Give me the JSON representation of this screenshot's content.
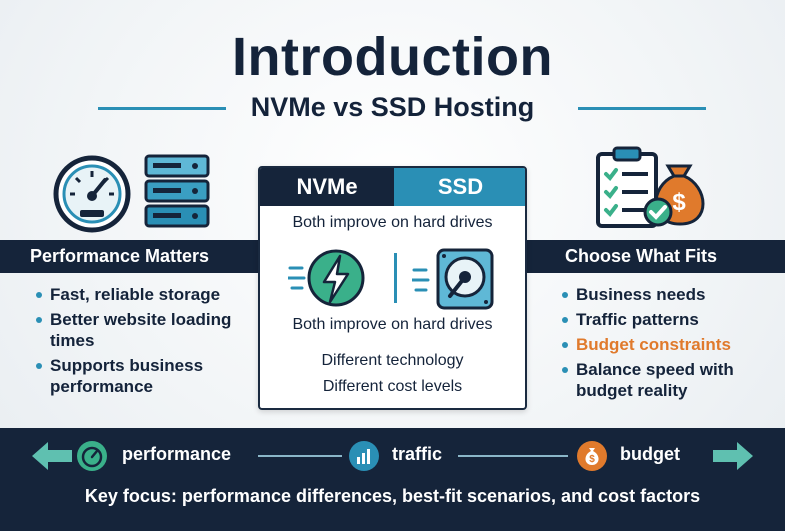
{
  "header": {
    "title": "Introduction",
    "subtitle": "NVMe vs SSD Hosting"
  },
  "left_panel": {
    "heading": "Performance Matters",
    "items": [
      "Fast, reliable storage",
      "Better website loading times",
      "Supports business performance"
    ]
  },
  "center_card": {
    "tab_nvme": "NVMe",
    "tab_ssd": "SSD",
    "line_top": "Both improve on hard drives",
    "line_middle": "Both improve on hard drives",
    "line_tech": "Different technology",
    "line_cost": "Different cost levels"
  },
  "right_panel": {
    "heading": "Choose What Fits",
    "items": [
      "Business needs",
      "Traffic patterns",
      "Budget constraints",
      "Balance speed with budget reality"
    ]
  },
  "bottom_bar": {
    "flow": [
      "performance",
      "traffic",
      "budget"
    ],
    "key_focus": "Key focus: performance differences, best-fit scenarios, and cost factors"
  },
  "colors": {
    "navy": "#15243a",
    "teal": "#2a8fb5",
    "orange": "#e07a2c",
    "green": "#3ab08a"
  }
}
